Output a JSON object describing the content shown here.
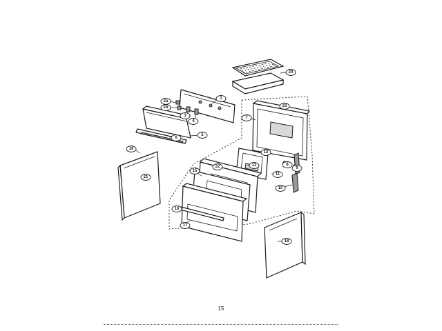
{
  "diagram": {
    "callouts": [
      "1",
      "2a",
      "2b",
      "3",
      "4",
      "5",
      "6",
      "7",
      "8",
      "9",
      "10",
      "11",
      "12",
      "13",
      "15",
      "16",
      "17",
      "18",
      "19",
      "20",
      "21",
      "22",
      "23"
    ]
  },
  "footer": {
    "page_number": "15"
  }
}
